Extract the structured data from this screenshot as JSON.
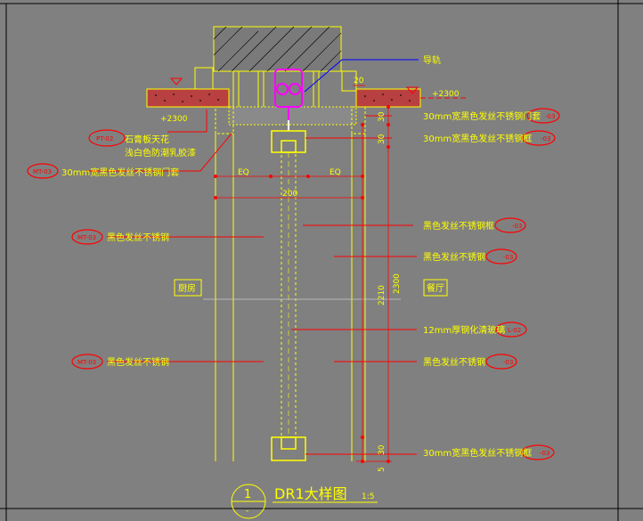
{
  "drawing": {
    "title": "DR1大样图",
    "scale": "1:5",
    "detail_number": "1",
    "detail_sub": "-"
  },
  "labels": {
    "rail": "导轨",
    "ceiling_material": "石膏板天花",
    "ceiling_finish": "浅白色防潮乳胶漆",
    "left_header": "30mm宽黑色发丝不锈钢门套",
    "right_header": "30mm宽黑色发丝不锈钢门套",
    "right_top_frame": "30mm宽黑色发丝不锈钢框",
    "right_frame": "黑色发丝不锈钢框",
    "right_panel_1": "黑色发丝不锈钢",
    "glass": "12mm厚钢化清玻璃",
    "right_panel_2": "黑色发丝不锈钢",
    "bottom_frame": "30mm宽黑色发丝不锈钢框",
    "left_panel_1": "黑色发丝不锈钢",
    "left_panel_2": "黑色发丝不锈钢"
  },
  "tags": {
    "pt02": "PT-02",
    "mt03_header": "MT-03",
    "mt03_left_1": "MT-03",
    "mt03_left_2": "MT-03",
    "right_header": "-03",
    "right_top_frame": "-03",
    "right_frame": "-03",
    "right_panel_1": "-03",
    "glass": "L-02",
    "right_panel_2": "-03",
    "bottom_frame": "-03"
  },
  "rooms": {
    "left": "厨房",
    "right": "餐厅"
  },
  "dims": {
    "level_left": "+2300",
    "level_right": "+2300",
    "dim_20": "20",
    "dim_30_a": "30",
    "dim_30_b": "30",
    "dim_30_c": "30",
    "eq_left": "EQ",
    "eq_right": "EQ",
    "width_200": "200",
    "height_2210": "2210",
    "height_2300": "2300",
    "dim_5": "5"
  },
  "colors": {
    "background": "#808080",
    "annotation": "#ff0000",
    "text": "#ffff00",
    "outline": "#ffff00",
    "dim_marker": "#ff0000",
    "rail": "#ff00ff",
    "leader_blue": "#0000ff",
    "hatch": "#000000",
    "insulation": "#ff3333"
  }
}
